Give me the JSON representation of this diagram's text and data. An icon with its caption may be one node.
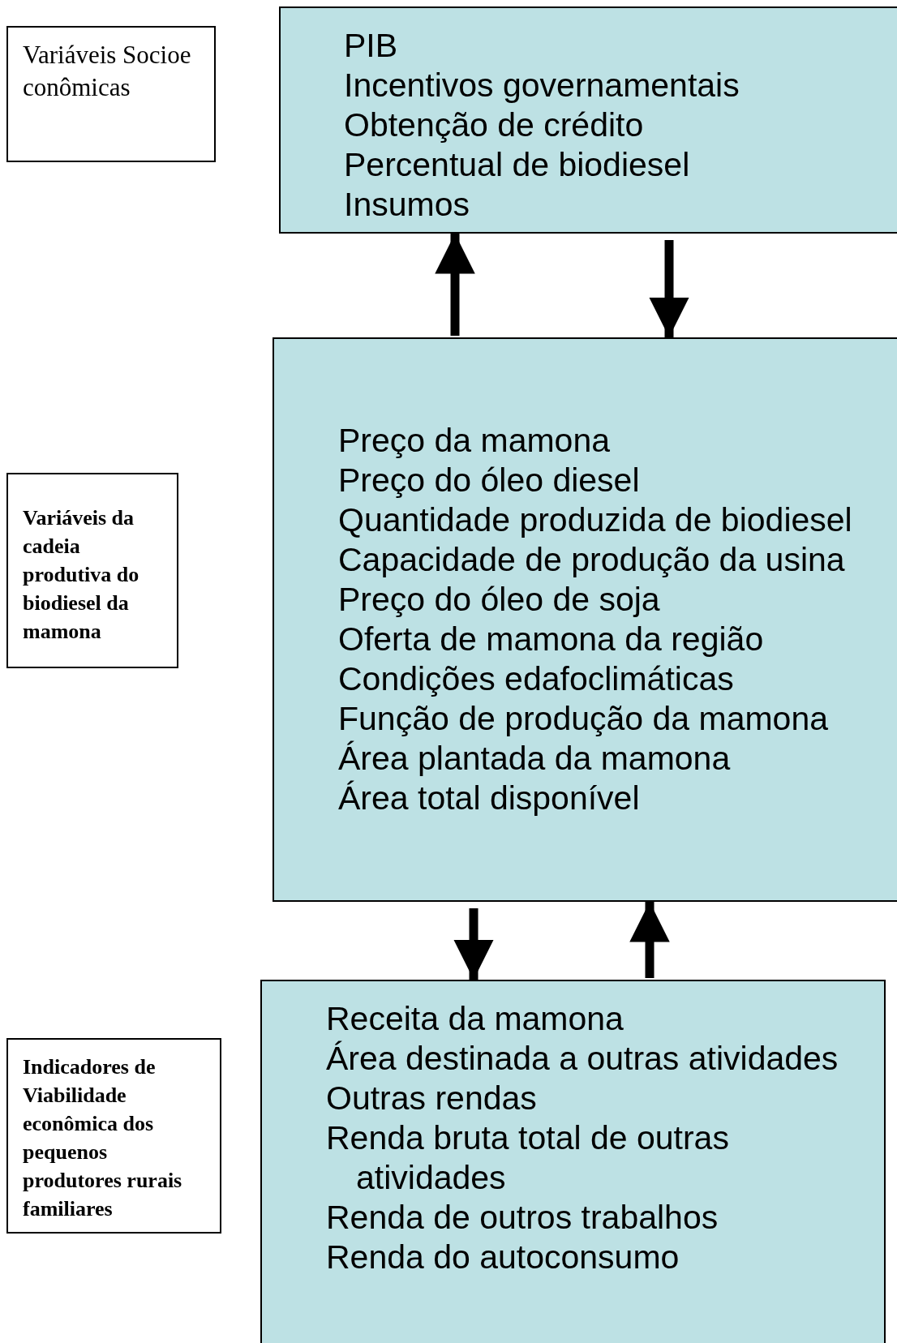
{
  "diagram": {
    "nodes": [
      {
        "text": [
          "Variáveis Socioeconômicas"
        ]
      },
      {
        "text": [
          "PIB",
          "Incentivos governamentais",
          "Obtenção de crédito",
          "Percentual de biodiesel",
          "Insumos"
        ]
      },
      {
        "text": [
          "Variáveis da cadeia produtiva do biodiesel da mamona"
        ]
      },
      {
        "text": [
          "Preço da mamona",
          "Preço do óleo diesel",
          "Quantidade produzida de biodiesel",
          "Capacidade de produção da usina",
          "Preço do óleo de soja",
          "Oferta de mamona da região",
          "Condições edafoclimáticas",
          "Função de produção da mamona",
          "Área plantada da mamona",
          "Área total disponível"
        ]
      },
      {
        "text": [
          "Indicadores de Viabilidade econômica dos pequenos produtores rurais familiares"
        ]
      },
      {
        "text": [
          "Receita da mamona",
          "Área destinada a outras atividades",
          "Outras rendas",
          "Renda bruta total de outras atividades",
          "Renda de outros trabalhos",
          "Renda do autoconsumo"
        ]
      }
    ],
    "edges": [
      {
        "from": 3,
        "to": 1,
        "arrow": "to"
      },
      {
        "from": 1,
        "to": 3,
        "arrow": "to"
      },
      {
        "from": 3,
        "to": 5,
        "arrow": "to"
      },
      {
        "from": 5,
        "to": 3,
        "arrow": "to"
      }
    ]
  }
}
